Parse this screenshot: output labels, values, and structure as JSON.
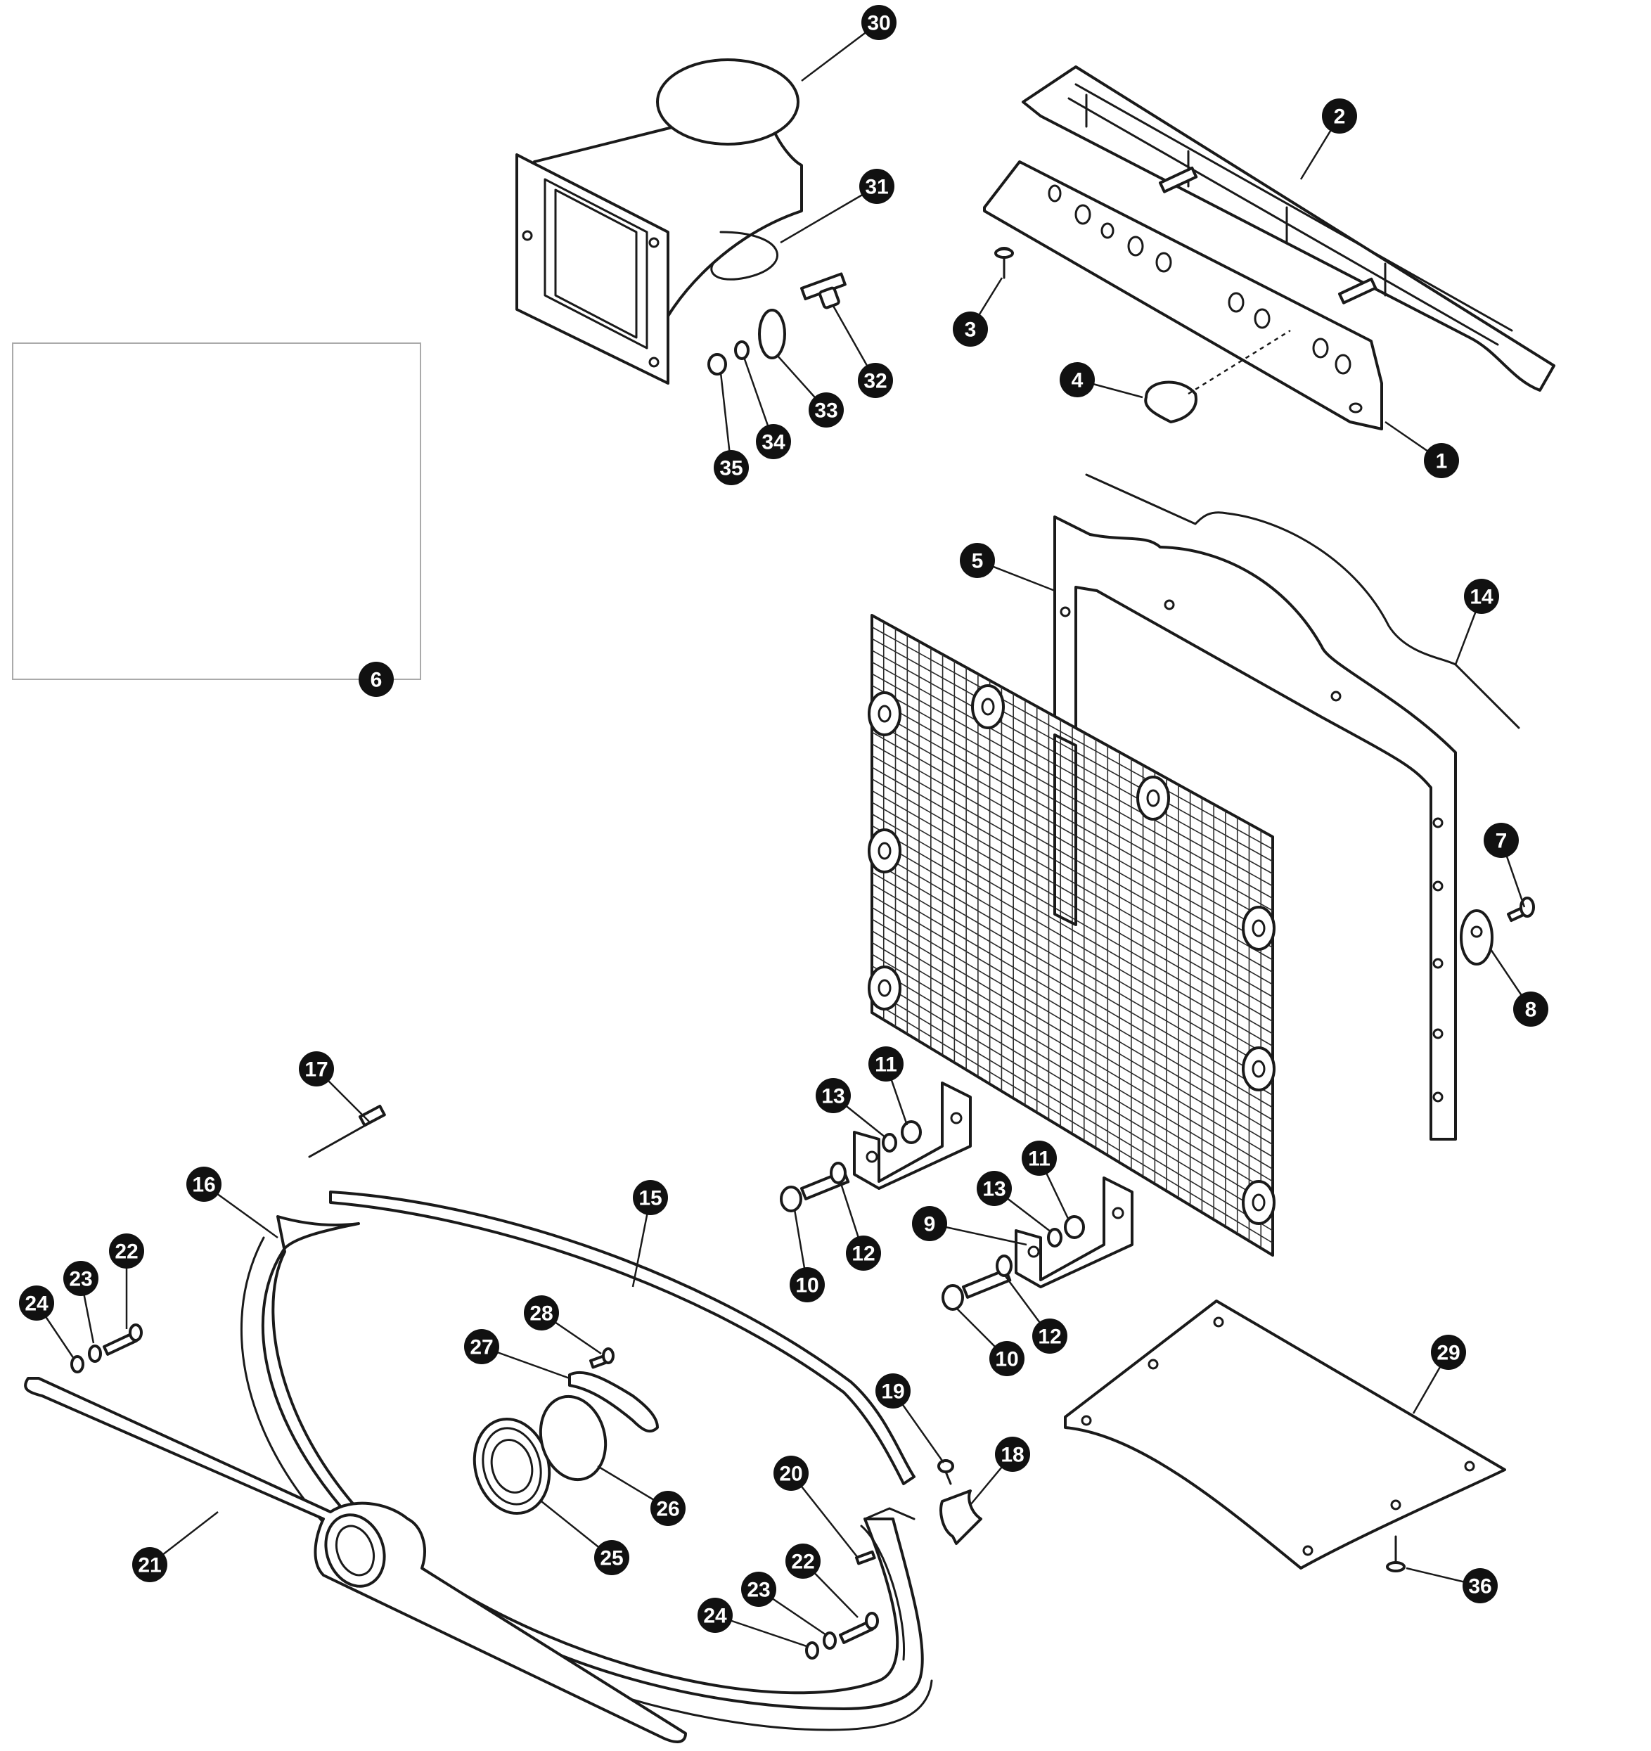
{
  "diagram": {
    "callouts": [
      {
        "label": "1"
      },
      {
        "label": "2"
      },
      {
        "label": "3"
      },
      {
        "label": "4"
      },
      {
        "label": "5"
      },
      {
        "label": "6"
      },
      {
        "label": "7"
      },
      {
        "label": "8"
      },
      {
        "label": "9"
      },
      {
        "label": "10"
      },
      {
        "label": "10"
      },
      {
        "label": "11"
      },
      {
        "label": "11"
      },
      {
        "label": "12"
      },
      {
        "label": "12"
      },
      {
        "label": "13"
      },
      {
        "label": "13"
      },
      {
        "label": "14"
      },
      {
        "label": "15"
      },
      {
        "label": "16"
      },
      {
        "label": "17"
      },
      {
        "label": "18"
      },
      {
        "label": "19"
      },
      {
        "label": "20"
      },
      {
        "label": "21"
      },
      {
        "label": "22"
      },
      {
        "label": "22"
      },
      {
        "label": "23"
      },
      {
        "label": "23"
      },
      {
        "label": "24"
      },
      {
        "label": "24"
      },
      {
        "label": "25"
      },
      {
        "label": "26"
      },
      {
        "label": "27"
      },
      {
        "label": "28"
      },
      {
        "label": "29"
      },
      {
        "label": "30"
      },
      {
        "label": "31"
      },
      {
        "label": "32"
      },
      {
        "label": "33"
      },
      {
        "label": "34"
      },
      {
        "label": "35"
      },
      {
        "label": "36"
      }
    ],
    "colors": {
      "ink": "#1a1a1a",
      "callout_fill": "#111111",
      "callout_text": "#ffffff",
      "paper": "#ffffff",
      "placeholder_border": "#aaaaaa"
    }
  }
}
